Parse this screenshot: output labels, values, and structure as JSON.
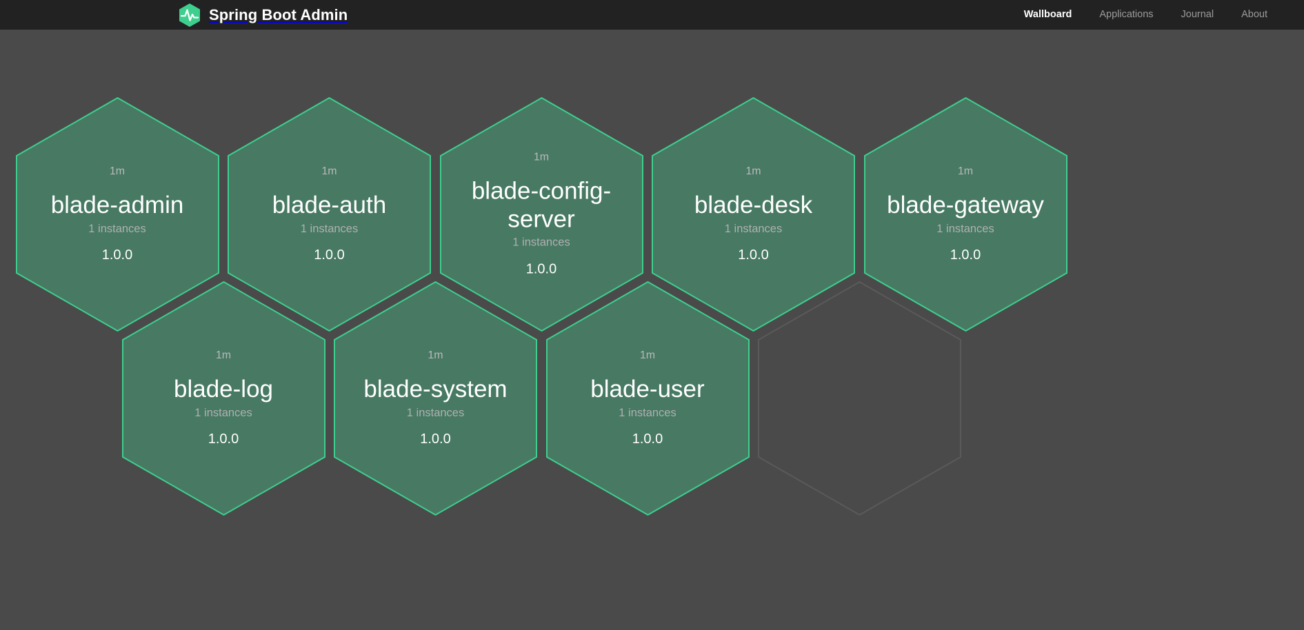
{
  "header": {
    "brand_title": "Spring Boot Admin",
    "logo_icon": "heartbeat-hexagon-logo",
    "nav": [
      {
        "label": "Wallboard",
        "active": true,
        "name": "nav-wallboard"
      },
      {
        "label": "Applications",
        "active": false,
        "name": "nav-applications"
      },
      {
        "label": "Journal",
        "active": false,
        "name": "nav-journal"
      },
      {
        "label": "About",
        "active": false,
        "name": "nav-about"
      }
    ]
  },
  "colors": {
    "header_bg": "#222222",
    "page_bg": "#4a4a4a",
    "hex_fill": "#477963",
    "hex_border": "#3ecf8e",
    "hex_empty_border": "#5a5a5a",
    "brand_green": "#3ecf8e",
    "text_primary": "#ffffff",
    "text_muted": "#b0b0b0"
  },
  "wallboard": {
    "applications": [
      {
        "name": "blade-admin",
        "status_uptime": "1m",
        "instances": "1 instances",
        "version": "1.0.0",
        "row": 1,
        "col": 1
      },
      {
        "name": "blade-auth",
        "status_uptime": "1m",
        "instances": "1 instances",
        "version": "1.0.0",
        "row": 1,
        "col": 2
      },
      {
        "name": "blade-config-server",
        "status_uptime": "1m",
        "instances": "1 instances",
        "version": "1.0.0",
        "row": 1,
        "col": 3
      },
      {
        "name": "blade-desk",
        "status_uptime": "1m",
        "instances": "1 instances",
        "version": "1.0.0",
        "row": 1,
        "col": 4
      },
      {
        "name": "blade-gateway",
        "status_uptime": "1m",
        "instances": "1 instances",
        "version": "1.0.0",
        "row": 1,
        "col": 5
      },
      {
        "name": "blade-log",
        "status_uptime": "1m",
        "instances": "1 instances",
        "version": "1.0.0",
        "row": 2,
        "col": 1
      },
      {
        "name": "blade-system",
        "status_uptime": "1m",
        "instances": "1 instances",
        "version": "1.0.0",
        "row": 2,
        "col": 2
      },
      {
        "name": "blade-user",
        "status_uptime": "1m",
        "instances": "1 instances",
        "version": "1.0.0",
        "row": 2,
        "col": 3
      }
    ],
    "empty_slots": 1
  }
}
